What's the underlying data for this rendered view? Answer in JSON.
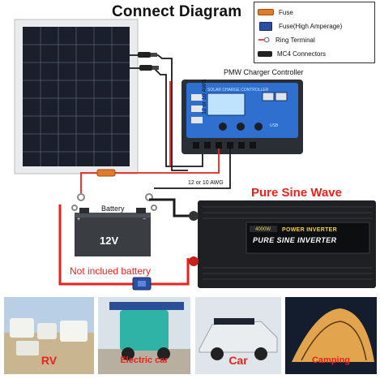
{
  "title": "Connect Diagram",
  "legend": {
    "items": [
      {
        "label": "Fuse",
        "icon": "fuse-icon"
      },
      {
        "label": "Fuse(High Amperage)",
        "icon": "high-amperage-fuse-icon"
      },
      {
        "label": "Ring Terminal",
        "icon": "ring-terminal-icon"
      },
      {
        "label": "MC4 Connectors",
        "icon": "mc4-connector-icon"
      }
    ]
  },
  "components": {
    "controller_label": "PMW Charger Controller",
    "controller_panel_text": "SOLAR CHARGE CONTROLLER",
    "controller_usb_text": "USB",
    "battery_label": "Battery",
    "battery_voltage": "12V",
    "battery_note": "Not inclued battery",
    "inverter_title": "Pure Sine Wave",
    "inverter_brand_text": "4000W",
    "inverter_line1": "POWER INVERTER",
    "inverter_line2": "PURE SINE INVERTER"
  },
  "wires": {
    "gauge_vertical": "12 or 10 AWG",
    "gauge_horizontal": "12 or 10 AWG"
  },
  "applications": [
    {
      "label": "RV"
    },
    {
      "label": "Electric car"
    },
    {
      "label": "Car"
    },
    {
      "label": "Camping"
    }
  ],
  "colors": {
    "wire_red": "#e8231e",
    "wire_black": "#1a1a1a",
    "fuse_orange": "#e07b2a",
    "fuse_blue": "#2b4fa0",
    "controller_blue": "#2e6fd0",
    "label_red": "#e8231e"
  }
}
